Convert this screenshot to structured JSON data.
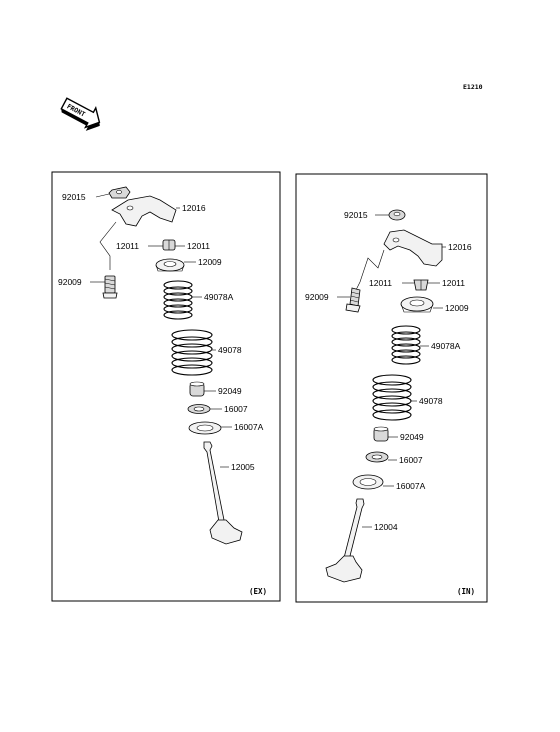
{
  "header": {
    "code": "E1210",
    "front_badge": "FRONT"
  },
  "panels": {
    "exhaust": {
      "tag": "(EX)",
      "labels": {
        "retainer_nut": "92015",
        "rocker_bridge": "12016",
        "cotter_left": "12011",
        "cotter_right": "12011",
        "bolt": "92009",
        "upper_retainer": "12009",
        "inner_spring": "49078A",
        "outer_spring": "49078",
        "stem_seal": "92049",
        "seat_washer": "16007",
        "lower_washer": "16007A",
        "valve": "12005"
      }
    },
    "intake": {
      "tag": "(IN)",
      "labels": {
        "retainer_nut": "92015",
        "rocker_bridge": "12016",
        "cotter_left": "12011",
        "cotter_right": "12011",
        "bolt": "92009",
        "upper_retainer": "12009",
        "inner_spring": "49078A",
        "outer_spring": "49078",
        "stem_seal": "92049",
        "seat_washer": "16007",
        "lower_washer": "16007A",
        "valve": "12004"
      }
    }
  }
}
